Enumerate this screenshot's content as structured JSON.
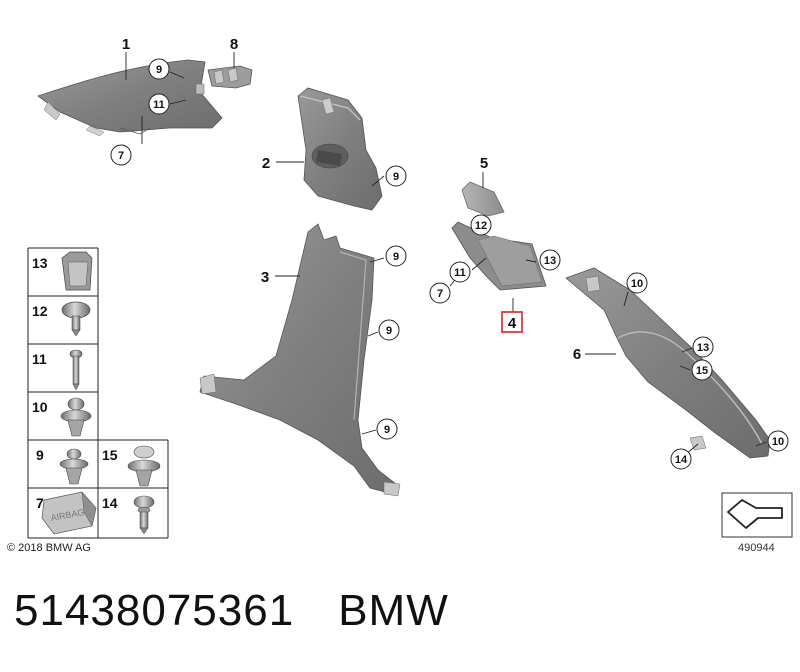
{
  "parts": [
    {
      "num": "1"
    },
    {
      "num": "2"
    },
    {
      "num": "3"
    },
    {
      "num": "4"
    },
    {
      "num": "5"
    },
    {
      "num": "6"
    },
    {
      "num": "8"
    }
  ],
  "callouts": [
    {
      "num": "9"
    },
    {
      "num": "11"
    },
    {
      "num": "7"
    },
    {
      "num": "9"
    },
    {
      "num": "9"
    },
    {
      "num": "9"
    },
    {
      "num": "9"
    },
    {
      "num": "12"
    },
    {
      "num": "11"
    },
    {
      "num": "7"
    },
    {
      "num": "13"
    },
    {
      "num": "10"
    },
    {
      "num": "13"
    },
    {
      "num": "15"
    },
    {
      "num": "14"
    },
    {
      "num": "10"
    }
  ],
  "legend": [
    {
      "num": "13"
    },
    {
      "num": "12"
    },
    {
      "num": "11"
    },
    {
      "num": "10"
    },
    {
      "num": "9"
    },
    {
      "num": "15"
    },
    {
      "num": "7"
    },
    {
      "num": "14"
    }
  ],
  "legend_airbag_text": "AIRBAG",
  "highlight_color": "#d9232a",
  "copyright": "© 2018 BMW AG",
  "diagram_id": "490944",
  "caption": {
    "part_number": "51438075361",
    "brand": "BMW"
  }
}
